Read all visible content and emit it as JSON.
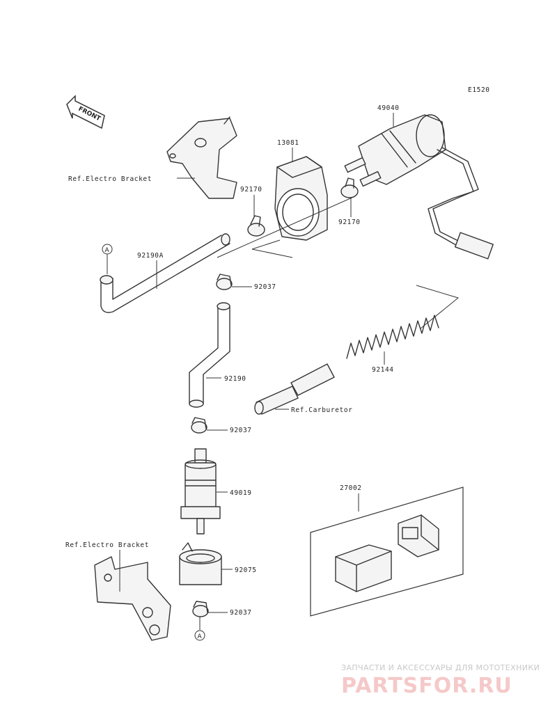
{
  "diagram_code": "E1520",
  "front_label": "FRONT",
  "part_numbers": {
    "fuel_pump": "49040",
    "pump_bracket": "13081",
    "clamp_left": "92170",
    "clamp_right": "92170",
    "hose_a": "92190A",
    "clamp_upper": "92037",
    "hose": "92190",
    "spring": "92144",
    "clamp_middle": "92037",
    "fuel_filter": "49019",
    "filter_holder": "92075",
    "clamp_lower": "92037",
    "relay_kit": "27002"
  },
  "references": {
    "electro_bracket_top": "Ref.Electro Bracket",
    "electro_bracket_bottom": "Ref.Electro Bracket",
    "carburetor": "Ref.Carburetor"
  },
  "connector_marks": {
    "top": "A",
    "bottom": "A"
  },
  "watermark": {
    "tagline": "ЗАПЧАСТИ И АКСЕССУАРЫ ДЛЯ МОТОТЕХНИКИ",
    "logo": "PARTSFOR.RU",
    "logo_color": "#f5c9c9"
  }
}
